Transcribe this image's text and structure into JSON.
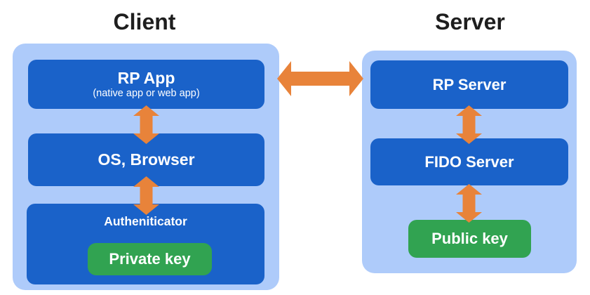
{
  "colors": {
    "container_blue": "#AECBFA",
    "box_blue": "#1A62C9",
    "key_green": "#31A351",
    "arrow_orange": "#E8833A",
    "title_text": "#1E1E1E",
    "box_text": "#FFFFFF"
  },
  "client": {
    "title": "Client",
    "rp_app": {
      "label": "RP App",
      "sublabel": "(native app or web app)"
    },
    "os_browser": {
      "label": "OS, Browser"
    },
    "authenticator": {
      "label": "Autheniticator"
    },
    "private_key": {
      "label": "Private key"
    }
  },
  "server": {
    "title": "Server",
    "rp_server": {
      "label": "RP Server"
    },
    "fido_server": {
      "label": "FIDO Server"
    },
    "public_key": {
      "label": "Public key"
    }
  },
  "connections": [
    {
      "from": "RP App",
      "to": "RP Server",
      "type": "bidirectional"
    },
    {
      "from": "RP App",
      "to": "OS, Browser",
      "type": "bidirectional"
    },
    {
      "from": "OS, Browser",
      "to": "Autheniticator",
      "type": "bidirectional"
    },
    {
      "from": "RP Server",
      "to": "FIDO Server",
      "type": "bidirectional"
    },
    {
      "from": "FIDO Server",
      "to": "Public key",
      "type": "bidirectional"
    }
  ]
}
